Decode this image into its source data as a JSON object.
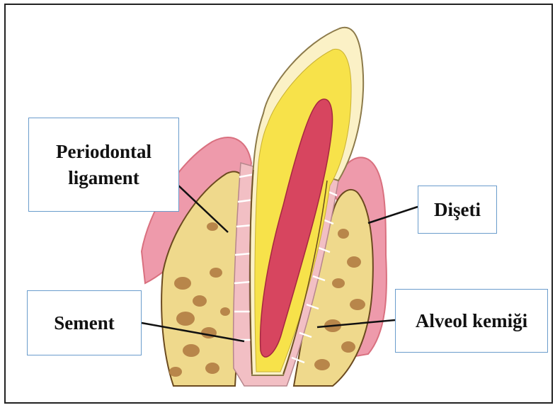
{
  "labels": {
    "periodontal_line1": "Periodontal",
    "periodontal_line2": "ligament",
    "diseti": "Dişeti",
    "sement": "Sement",
    "alveol": "Alveol kemiği"
  },
  "colors": {
    "gum": "#ee9aab",
    "gum_dark": "#d9707f",
    "bone": "#efd98c",
    "bone_spot": "#b8864a",
    "enamel": "#fbf1c6",
    "dentin": "#f7e24a",
    "pulp": "#d7455f",
    "ligament": "#f2bfc4",
    "frame_border": "#222222",
    "label_border": "#6a9ccc"
  }
}
